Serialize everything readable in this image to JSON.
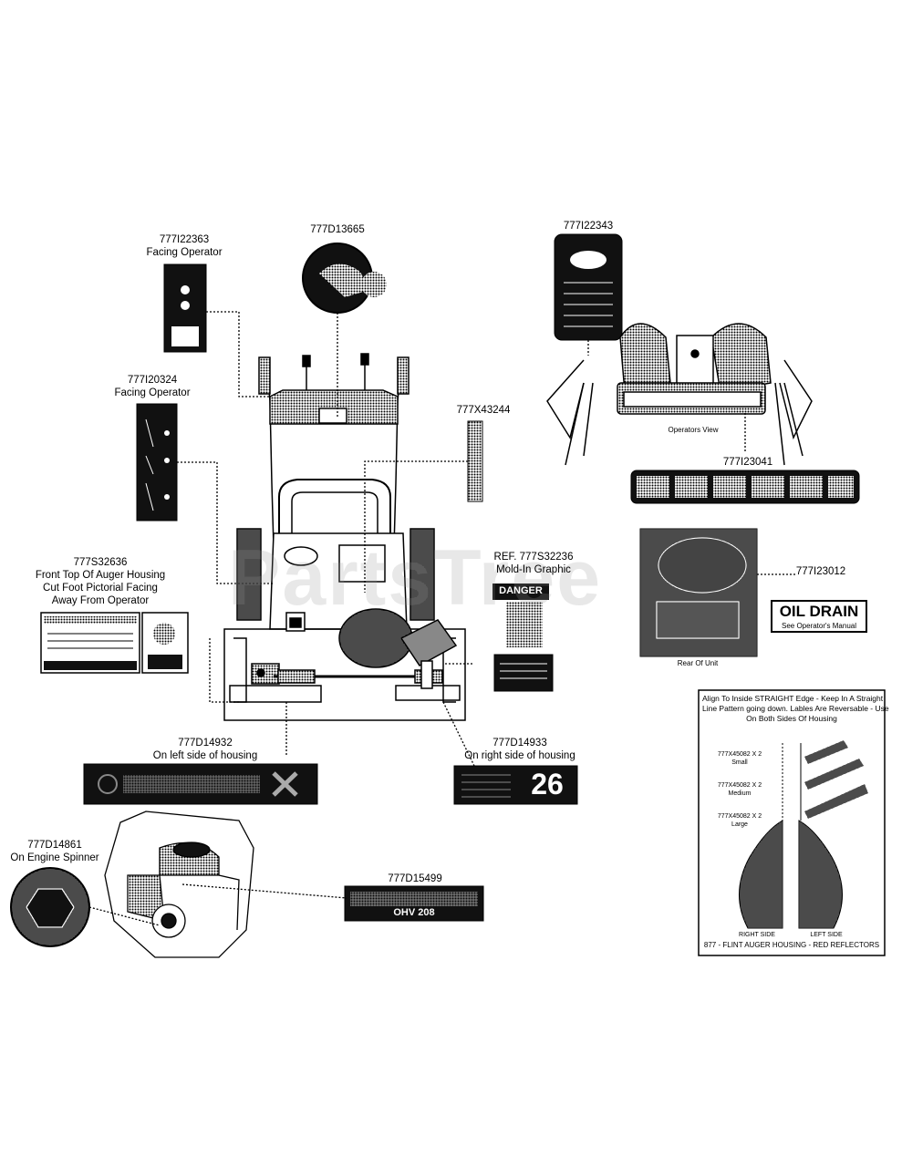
{
  "watermark": "PartsTree",
  "labels": {
    "l1": {
      "part": "777I22363",
      "desc": "Facing Operator"
    },
    "l2": {
      "part": "777D13665"
    },
    "l3": {
      "part": "777I22343"
    },
    "l4": {
      "part": "777I20324",
      "desc": "Facing Operator"
    },
    "l5": {
      "part": "777X43244"
    },
    "l6": {
      "caption": "Operators View"
    },
    "l7": {
      "part": "777I23041"
    },
    "l8": {
      "part": "777S32636",
      "desc_lines": [
        "Front Top Of Auger Housing",
        "Cut Foot Pictorial Facing",
        "Away From Operator"
      ]
    },
    "l9": {
      "part": "REF. 777S32236",
      "desc": "Mold-In Graphic"
    },
    "l10": {
      "part": "777I23012"
    },
    "l11": {
      "caption": "Rear Of Unit"
    },
    "l12": {
      "part": "777D14932",
      "desc": "On left side of housing"
    },
    "l13": {
      "part": "777D14933",
      "desc": "On right side of housing"
    },
    "l14": {
      "part": "777D14861",
      "desc": "On Engine Spinner"
    },
    "l15": {
      "part": "777D15499"
    }
  },
  "decals": {
    "oil_drain": {
      "title": "OIL DRAIN",
      "sub": "See Operator's Manual"
    },
    "ohv": {
      "text": "OHV 208"
    },
    "size26": {
      "text": "26"
    },
    "danger": {
      "text": "DANGER"
    }
  },
  "reflector_box": {
    "instructions": [
      "Align To Inside STRAIGHT Edge - Keep In A Straight",
      "Line Pattern going down. Lables Are Reversable - Use",
      "On Both Sides Of Housing"
    ],
    "items": [
      {
        "code": "777X45082 X 2",
        "size": "Small"
      },
      {
        "code": "777X45082 X 2",
        "size": "Medium"
      },
      {
        "code": "777X45082 X 2",
        "size": "Large"
      }
    ],
    "right_side": "RIGHT SIDE",
    "left_side": "LEFT SIDE",
    "footer": "877 - FLINT AUGER HOUSING - RED REFLECTORS"
  }
}
